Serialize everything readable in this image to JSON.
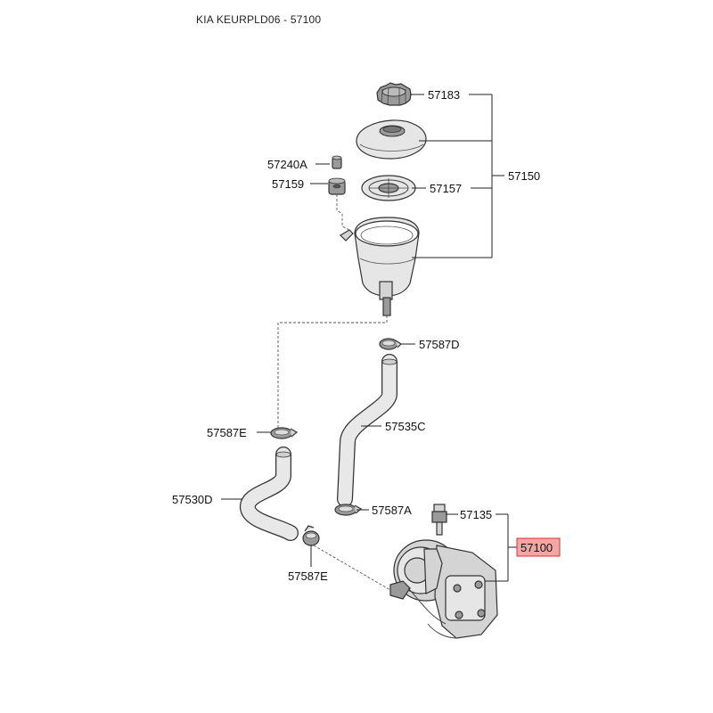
{
  "title": "KIA KEURPLD06 - 57100",
  "labels": {
    "p57183": "57183",
    "p57150": "57150",
    "p57240A": "57240A",
    "p57159": "57159",
    "p57157": "57157",
    "p57587D": "57587D",
    "p57587E_top": "57587E",
    "p57535C": "57535C",
    "p57530D": "57530D",
    "p57587A": "57587A",
    "p57135": "57135",
    "p57100": "57100",
    "p57587E_bottom": "57587E"
  },
  "colors": {
    "highlight_fill": "#f6a5a5",
    "highlight_border": "#d33333"
  }
}
